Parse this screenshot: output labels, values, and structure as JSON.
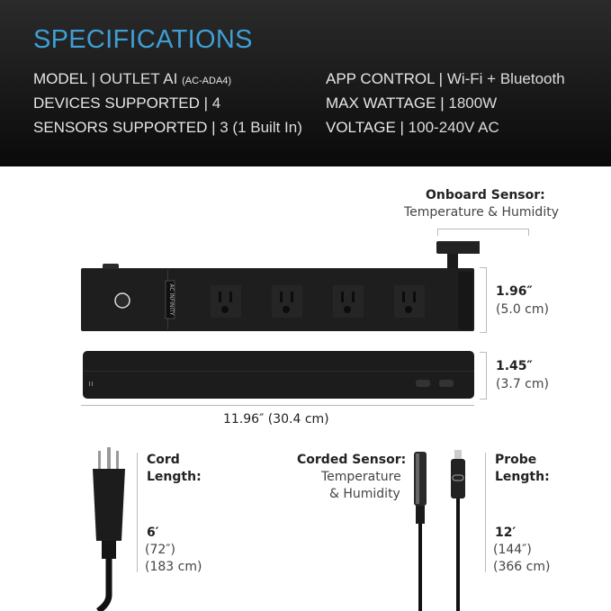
{
  "header": {
    "title": "SPECIFICATIONS",
    "specs_left": [
      {
        "label": "MODEL",
        "value": "OUTLET AI",
        "note": "(AC-ADA4)"
      },
      {
        "label": "DEVICES SUPPORTED",
        "value": "4"
      },
      {
        "label": "SENSORS SUPPORTED",
        "value": "3 (1 Built In)"
      }
    ],
    "specs_right": [
      {
        "label": "APP CONTROL",
        "value": "Wi-Fi + Bluetooth"
      },
      {
        "label": "MAX WATTAGE",
        "value": "1800W"
      },
      {
        "label": "VOLTAGE",
        "value": "100-240V AC"
      }
    ],
    "separator": "|"
  },
  "diagram": {
    "brand_logo": "AC INFINITY",
    "onboard_sensor": {
      "title": "Onboard Sensor:",
      "desc": "Temperature & Humidity"
    },
    "height_top": {
      "in": "1.96″",
      "cm": "(5.0 cm)"
    },
    "height_side": {
      "in": "1.45″",
      "cm": "(3.7 cm)"
    },
    "length": "11.96″ (30.4 cm)",
    "cord": {
      "title1": "Cord",
      "title2": "Length:",
      "ft": "6′",
      "in": "(72″)",
      "cm": "(183 cm)"
    },
    "corded_sensor": {
      "title": "Corded Sensor:",
      "desc1": "Temperature",
      "desc2": "& Humidity"
    },
    "probe": {
      "title1": "Probe",
      "title2": "Length:",
      "ft": "12′",
      "in": "(144″)",
      "cm": "(366 cm)"
    }
  },
  "colors": {
    "accent": "#3d9fd5",
    "header_bg": "#111111",
    "device": "#1e1e1e"
  }
}
